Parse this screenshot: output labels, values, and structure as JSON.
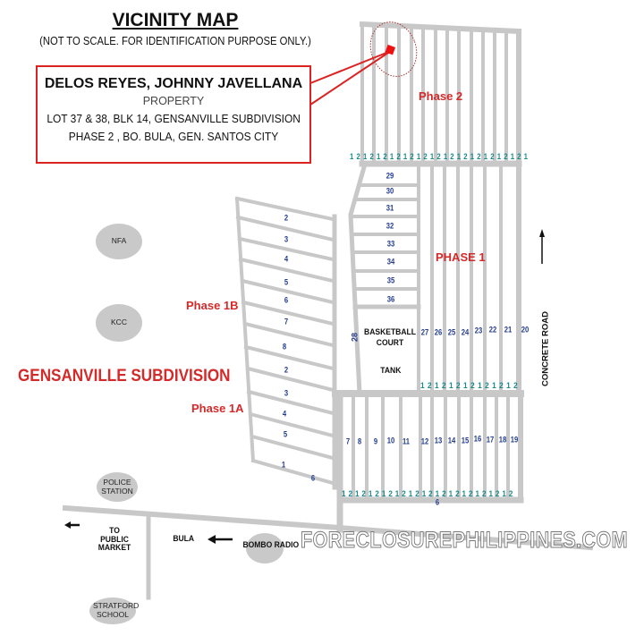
{
  "header": {
    "title": "VICINITY MAP",
    "subtitle": "(NOT TO SCALE. FOR IDENTIFICATION PURPOSE ONLY.)"
  },
  "property": {
    "owner": "DELOS REYES, JOHNNY JAVELLANA",
    "type": "PROPERTY",
    "address_line1": "LOT 37 & 38, BLK 14, GENSANVILLE SUBDIVISION",
    "address_line2": "PHASE 2 , BO. BULA,  GEN. SANTOS CITY"
  },
  "areas": {
    "phase2": "Phase 2",
    "phase1": "PHASE 1",
    "phase1b": "Phase 1B",
    "phase1a": "Phase 1A",
    "subdivision": "GENSANVILLE SUBDIVISION",
    "basketball_court": "BASKETBALL COURT",
    "tank": "TANK",
    "concrete_road": "CONCRETE ROAD"
  },
  "landmarks": {
    "nfa": "NFA",
    "kcc": "KCC",
    "police_station": "POLICE STATION",
    "bombo_radio": "BOMBO RADIO",
    "stratford_school": "STRATFORD SCHOOL",
    "public_market": "TO PUBLIC MARKET",
    "bula": "BULA"
  },
  "lots": {
    "phase1_left": [
      "29",
      "30",
      "31",
      "32",
      "33",
      "34",
      "35",
      "36"
    ],
    "phase1_right": [
      "27",
      "26",
      "25",
      "24",
      "23",
      "22",
      "21",
      "20"
    ],
    "phase1_lower": [
      "7",
      "8",
      "9",
      "10",
      "11",
      "12",
      "13",
      "14",
      "15",
      "16",
      "17",
      "18",
      "19"
    ],
    "lot_28": "28",
    "lot_6_lower": "6",
    "phase1_west": [
      "2",
      "3",
      "4",
      "5",
      "6",
      "7",
      "8",
      "2",
      "3",
      "4",
      "5",
      "1",
      "6"
    ]
  },
  "markers": {
    "phase2_row": "1 2 1  2 1 2 1 2 1 2 1 2 1 2 1 2 1 2 1 2 1 2 1 2 1 2 1",
    "phase1_row": "1 2 1 2 1 2 1 2 1  2 1  2 1 2",
    "lower_row": "1 2 1 2 1 2 1 2 1 2 1 2 1 2 1 2 1 2 1 2 1 2 1 2 1 2"
  },
  "watermark": "FORECLOSUREPHILIPPINES.COM",
  "colors": {
    "road": "#c8c8c8",
    "accent": "#d42a2a",
    "lot_number": "#233d8c",
    "marker_1": "#e8a020",
    "marker_2": "#1a8a8a"
  }
}
